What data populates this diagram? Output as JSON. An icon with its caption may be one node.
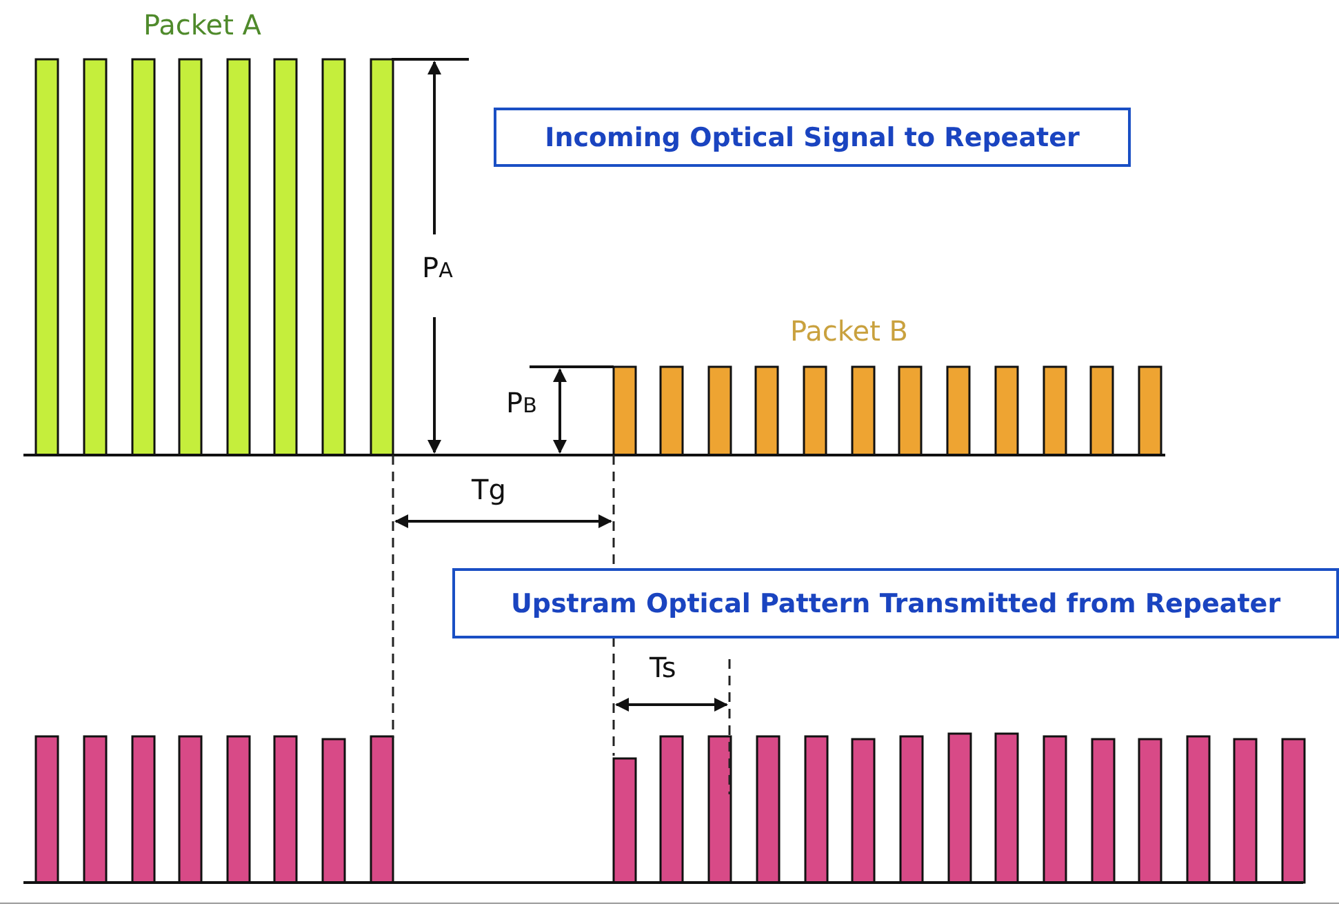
{
  "diagram": {
    "nodes": [
      {
        "text": [
          "Incoming Optical Signal to Repeater"
        ]
      },
      {
        "text": [
          "Upstram Optical Pattern Transmitted from Repeater"
        ]
      }
    ],
    "edges": [],
    "labels": [
      "Packet A",
      "P$_{A}$",
      "Packet B",
      "P$_{B}$",
      "Tg",
      "Ts"
    ]
  }
}
